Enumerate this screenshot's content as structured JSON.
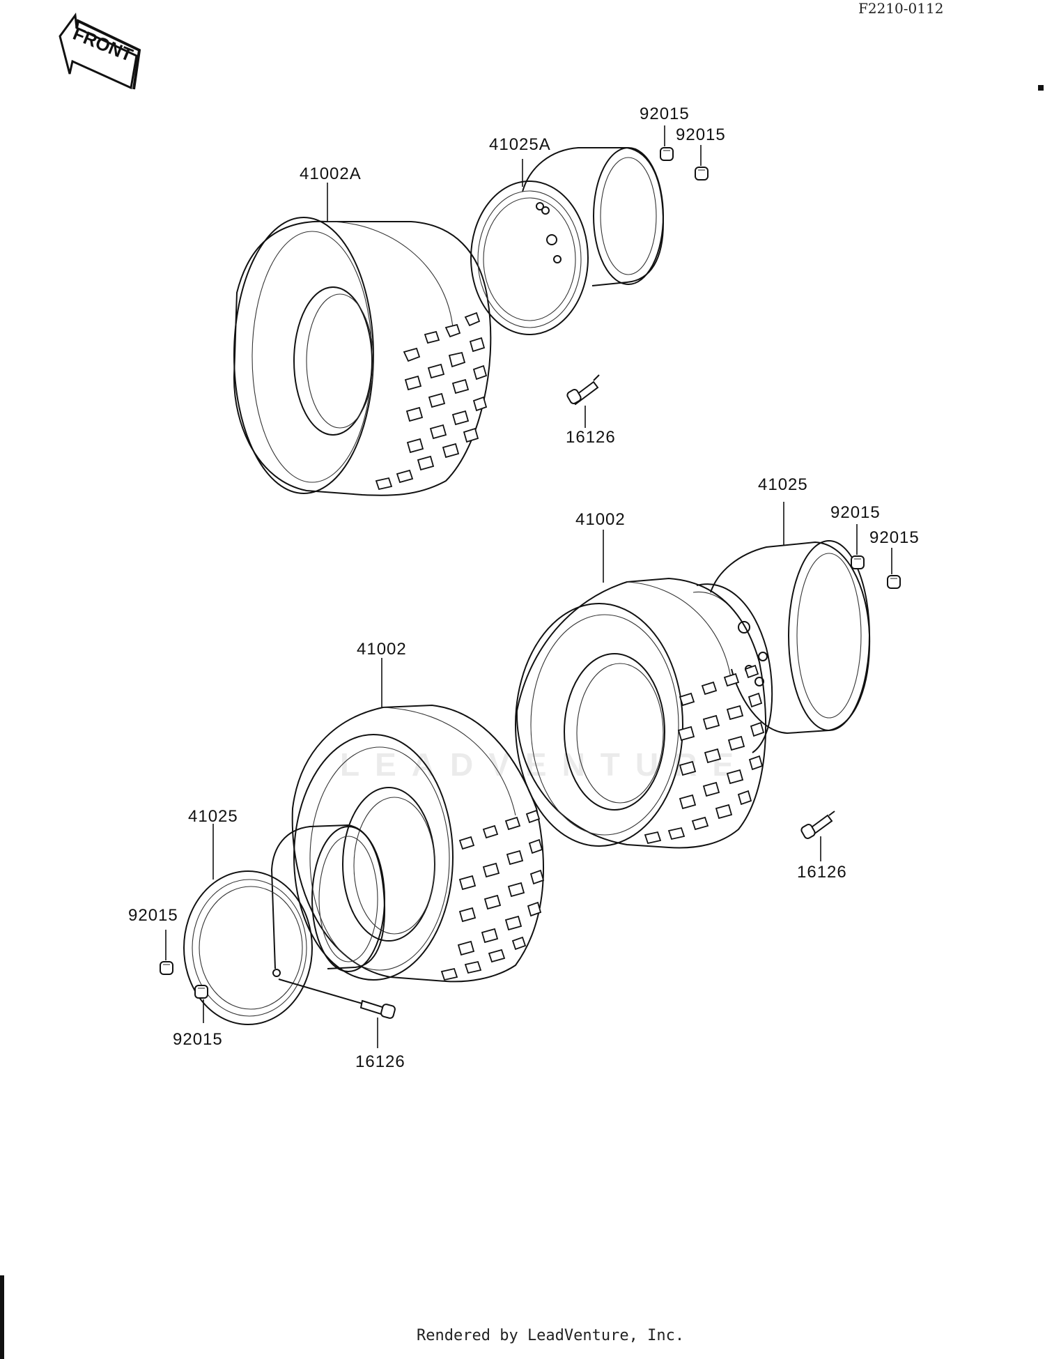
{
  "diagram_code": "F2210-0112",
  "front_arrow_label": "FRONT",
  "watermark": "LEADVENTURE",
  "footer": "Rendered by LeadVenture, Inc.",
  "parts": {
    "tire_upper": "41002A",
    "rim_upper": "41025A",
    "nut_upper_1": "92015",
    "nut_upper_2": "92015",
    "valve_upper": "16126",
    "rim_right": "41025",
    "nut_right_1": "92015",
    "nut_right_2": "92015",
    "tire_right": "41002",
    "tire_left": "41002",
    "valve_right": "16126",
    "rim_left": "41025",
    "nut_left_1": "92015",
    "nut_left_2": "92015",
    "valve_left": "16126"
  }
}
